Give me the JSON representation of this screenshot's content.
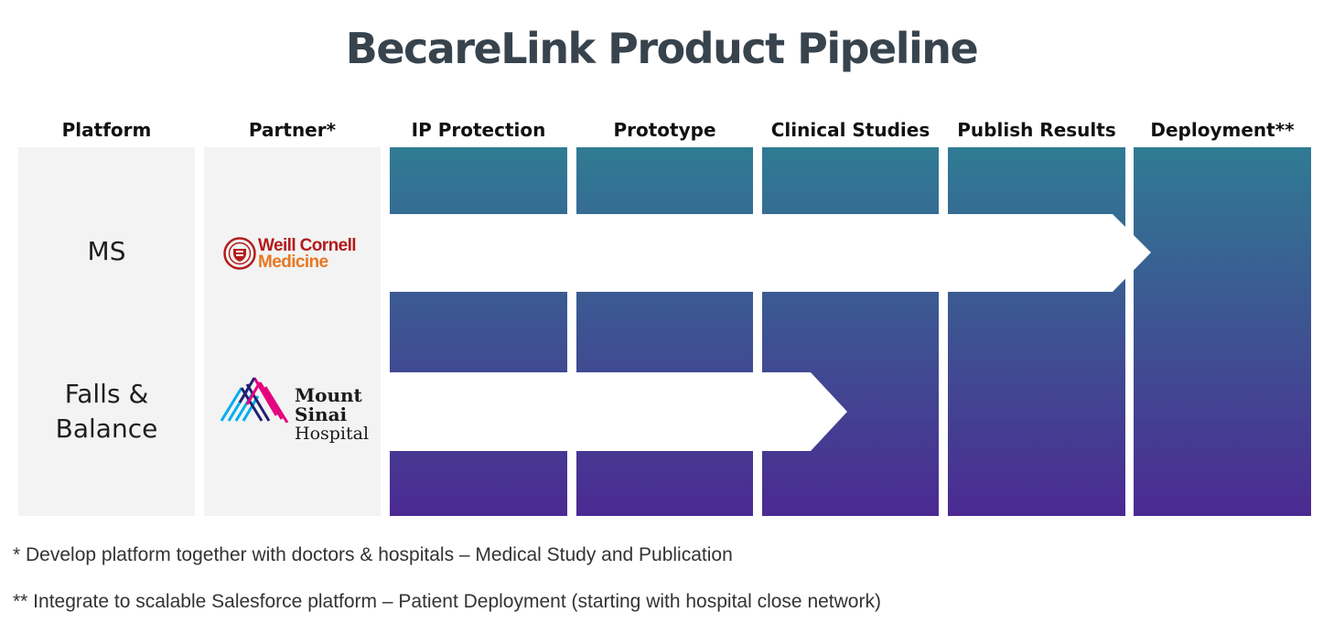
{
  "title": "BecareLink Product Pipeline",
  "columns": [
    "Platform",
    "Partner*",
    "IP Protection",
    "Prototype",
    "Clinical Studies",
    "Publish Results",
    "Deployment**"
  ],
  "rows": [
    {
      "platform": "MS",
      "partner": "Weill Cornell Medicine",
      "progress_stage": "Publish Results"
    },
    {
      "platform_line1": "Falls &",
      "platform_line2": "Balance",
      "partner": "Mount Sinai Hospital",
      "progress_stage": "Clinical Studies"
    }
  ],
  "logos": {
    "weill_cornell": {
      "line1": "Weill Cornell",
      "line2": "Medicine",
      "colors": {
        "red": "#b31b1b",
        "orange": "#e87722"
      }
    },
    "mount_sinai": {
      "line1": "Mount",
      "line2": "Sinai",
      "line3": "Hospital",
      "colors": {
        "cyan": "#00aeef",
        "magenta": "#e4007c",
        "navy": "#221f72"
      }
    }
  },
  "footnotes": [
    "* Develop platform together with doctors & hospitals – Medical Study and Publication",
    "** Integrate to scalable Salesforce platform – Patient Deployment (starting with hospital close network)"
  ],
  "colors": {
    "gradient_top": "#307b93",
    "gradient_bottom": "#4b2a92",
    "panel": "#f3f3f3",
    "arrow": "#ffffff",
    "title": "#37434d"
  }
}
